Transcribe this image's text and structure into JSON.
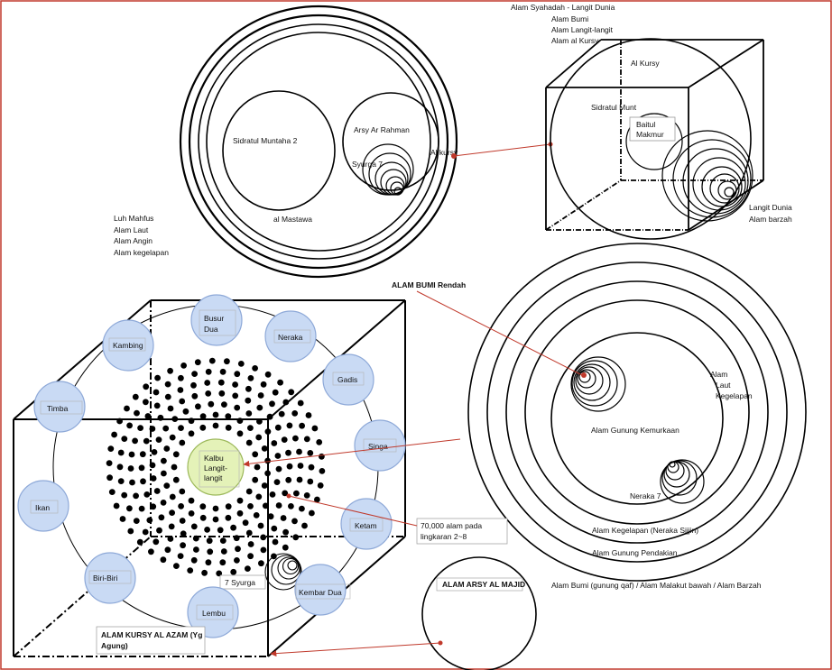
{
  "colors": {
    "frame": "#c0392b",
    "connector": "#c0392b",
    "ink": "#000000",
    "zodiac_fill": "#c9daf4",
    "zodiac_stroke": "#8ea9d8",
    "kalbu_fill": "#e4f2b8",
    "kalbu_stroke": "#9cb85a"
  },
  "top_right_cube": {
    "title_lines": [
      "Alam Syahadah - Langit Dunia",
      "Alam Bumi",
      "Alam Langit-langit",
      "Alam al Kursy"
    ],
    "al_kursy": "Al Kursy",
    "sidratul_short": "Sidratul Munt",
    "baitul": "Baitul Makmur",
    "langit_dunia": "Langit Dunia",
    "alam_barzah": "Alam barzah"
  },
  "arsy_circle": {
    "sidratul": "Sidratul Muntaha 2",
    "arsy_rahman": "Arsy Ar Rahman",
    "syurga": "Syurga 7",
    "al_kursy": "Al kursy",
    "mastawa": "al Mastawa"
  },
  "left_notes": [
    "Luh Mahfus",
    "Alam Laut",
    "Alam Angin",
    "Alam kegelapan"
  ],
  "bumi_rendah": {
    "title": "ALAM BUMI Rendah",
    "laut_kegelapan": [
      "Alam",
      "Laut",
      "Kegelapan"
    ],
    "gunung_kemurkaan": "Alam Gunung Kemurkaan",
    "neraka": "Neraka 7",
    "kegelapan_sijjin": "Alam Kegelapan (Neraka Sijjin)",
    "gunung_pendakian": "Alam Gunung Pendakian",
    "bumi_qaf": "Alam Bumi (gunung qaf) / Alam Malakut bawah / Alam Barzah"
  },
  "kursy_cube": {
    "zodiac": [
      "Kambing",
      "Busur Dua",
      "Neraka",
      "Gadis",
      "Singa",
      "Ketam",
      "Kembar Dua",
      "Lembu",
      "Biri-Biri",
      "Ikan",
      "Timba"
    ],
    "kalbu": "Kalbu Langit-langit",
    "syurga": "7 Syurga",
    "callout": "70,000 alam pada lingkaran 2~8",
    "caption": "ALAM KURSY AL AZAM (Yg Agung)"
  },
  "arsy_majid": {
    "title": "ALAM ARSY AL MAJID"
  }
}
